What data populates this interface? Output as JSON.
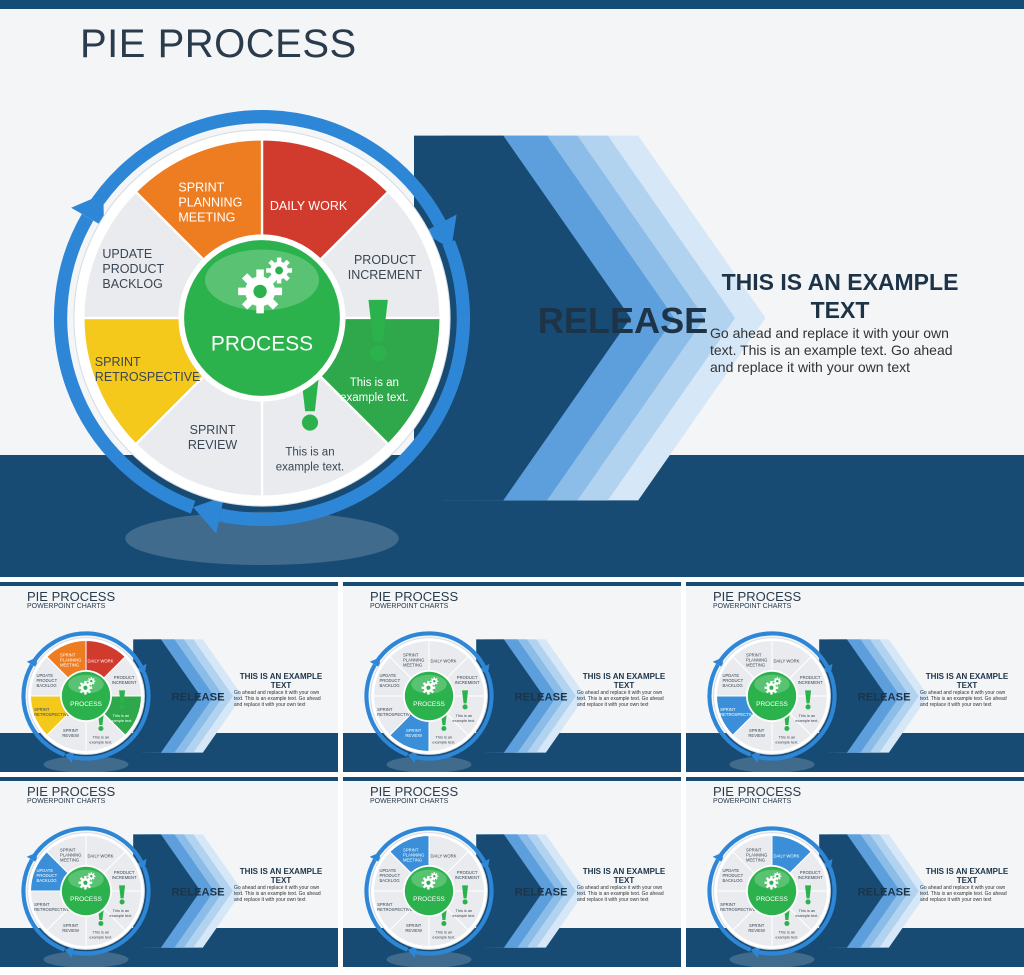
{
  "main": {
    "title": "PIE PROCESS",
    "center_label": "PROCESS",
    "release_label": "RELEASE",
    "segments": [
      {
        "lines": [
          "DAILY WORK"
        ],
        "color": "#d13b2e"
      },
      {
        "lines": [
          "PRODUCT",
          "INCREMENT"
        ],
        "color": "#e9ebee"
      },
      {
        "lines": [
          "This is an",
          "example text."
        ],
        "color": "#2ea84a"
      },
      {
        "lines": [
          "This is an",
          "example text."
        ],
        "color": "#e9ebee"
      },
      {
        "lines": [
          "SPRINT",
          "REVIEW"
        ],
        "color": "#e9ebee"
      },
      {
        "lines": [
          "SPRINT",
          "RETROSPECTIVE"
        ],
        "color": "#f5c81c"
      },
      {
        "lines": [
          "UPDATE",
          "PRODUCT",
          "BACKLOG"
        ],
        "color": "#e9ebee"
      },
      {
        "lines": [
          "SPRINT",
          "PLANNING",
          "MEETING"
        ],
        "color": "#ee7d22"
      }
    ],
    "example_title": "THIS IS AN EXAMPLE TEXT",
    "example_body": "Go ahead and replace it with your own text. This is an example text. Go ahead and replace it with your own text"
  },
  "thumbnails": {
    "title": "PIE PROCESS",
    "subtitle": "POWERPOINT CHARTS",
    "release_label": "RELEASE",
    "center_label": "PROCESS",
    "example_title": "THIS IS AN EXAMPLE TEXT",
    "example_body": "Go ahead and replace it with your own text. This is an example text. Go ahead and replace it with your own text",
    "highlight_color": "#3a8fd8",
    "highlighted_segment_per_thumb": [
      -1,
      4,
      5,
      6,
      7,
      0
    ]
  },
  "colors": {
    "navy": "#174b73",
    "arrow_blue": "#2e86d6",
    "center_green": "#2cb24c"
  }
}
